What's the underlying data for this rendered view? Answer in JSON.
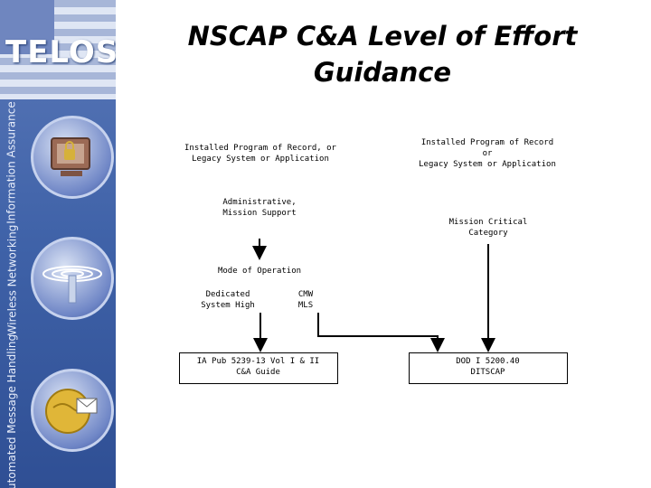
{
  "brand": {
    "logo": "TELOS"
  },
  "sidebar": {
    "labels": [
      "Information Assurance",
      "Wireless Networking",
      "Automated Message Handling"
    ]
  },
  "slide": {
    "title_line1": "NSCAP C&A Level of Effort",
    "title_line2": "Guidance"
  },
  "diagram": {
    "left_top": "Installed Program of Record, or\nLegacy System or Application",
    "right_top": "Installed Program of Record\nor\nLegacy System or Application",
    "left_category": "Administrative,\nMission Support",
    "right_category": "Mission Critical\nCategory",
    "mode_title": "Mode of Operation",
    "mode_left": "Dedicated\nSystem High",
    "mode_right": "CMW\nMLS",
    "left_box": "IA Pub 5239-13 Vol I & II\nC&A Guide",
    "right_box": "DOD I 5200.40\nDITSCAP"
  }
}
